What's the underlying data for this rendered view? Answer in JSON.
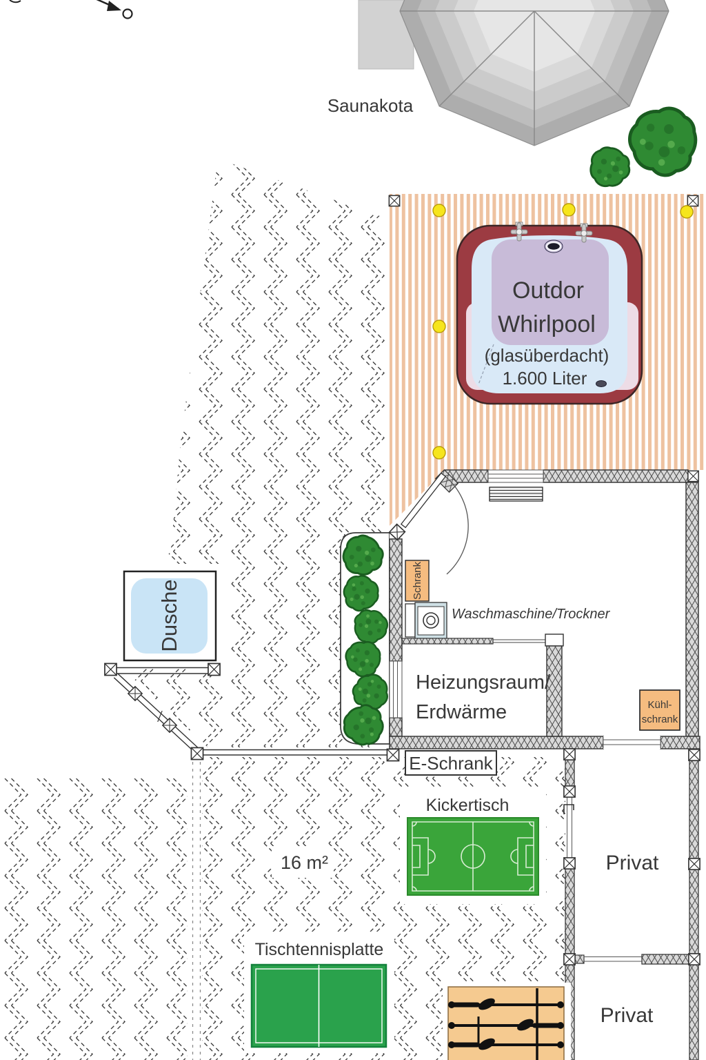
{
  "labels": {
    "saunakota": "Saunakota",
    "dusche": "Dusche",
    "schrank": "Schrank",
    "waschmaschine_trockner": "Waschmaschine/Trockner",
    "heizungsraum_line1": "Heizungsraum/",
    "heizungsraum_line2": "Erdwärme",
    "kuehlschrank_line1": "Kühl-",
    "kuehlschrank_line2": "schrank",
    "e_schrank": "E-Schrank",
    "kickertisch": "Kickertisch",
    "area_16qm": "16 m²",
    "tischtennisplatte": "Tischtennisplatte",
    "privat_room_upper": "Privat",
    "privat_room_lower": "Privat"
  },
  "whirlpool": {
    "line1": "Outdor",
    "line2": "Whirlpool",
    "line3": "(glasüberdacht)",
    "line4": "1.600 Liter",
    "capacity_liters": 1600
  },
  "colors": {
    "deck_stripe": "#eec2a0",
    "ground_hatch": "#3f3f3f",
    "wall_fill": "#d9d9d9",
    "whirlpool_tub": "#9c3b42",
    "whirlpool_water": "#d9e9f7",
    "whirlpool_cover": "#c8bbd8",
    "whirlpool_rim": "#eddce6",
    "shower_blue": "#c9e4f6",
    "cabinet_orange": "#f5bc80",
    "washer_blue": "#cfe0e5",
    "lamp_yellow": "#f6e51c",
    "bush_green": "#2f8a33",
    "kicker_green": "#3aa53a",
    "tabletennis_green": "#2aa24c",
    "foosball_tan": "#f5ca90",
    "sauna_gray": "#c9c9c9"
  }
}
